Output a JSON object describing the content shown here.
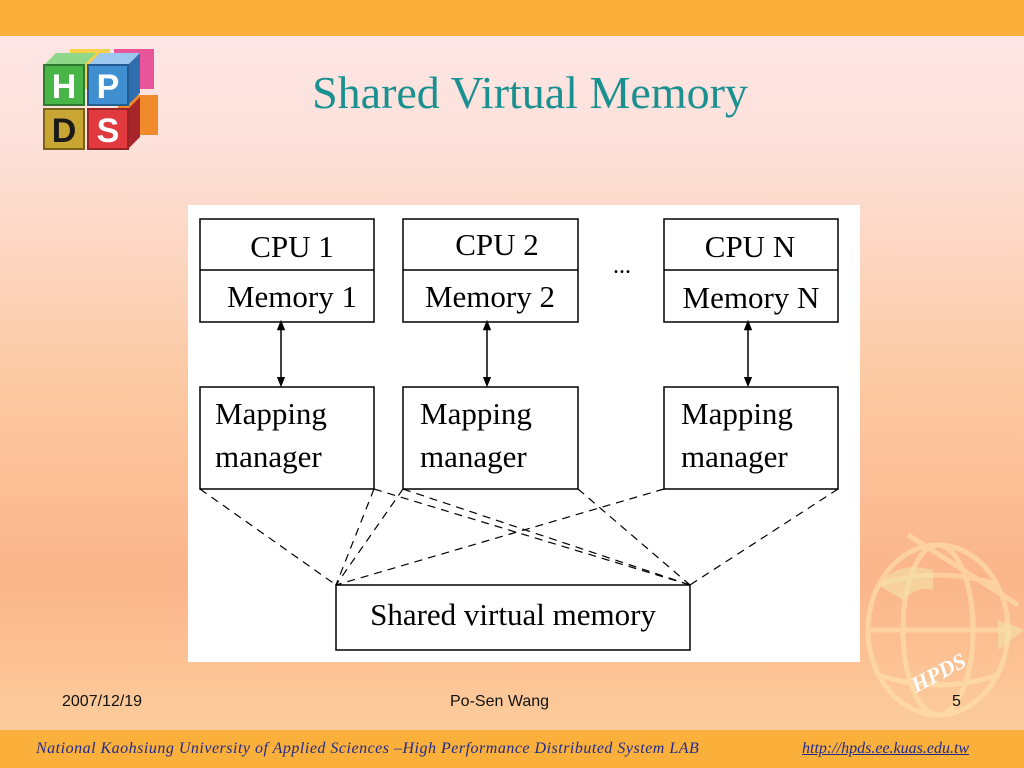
{
  "slide": {
    "title": "Shared Virtual Memory",
    "date": "2007/12/19",
    "author": "Po-Sen Wang",
    "page_number": "5"
  },
  "logo": {
    "letters": [
      "H",
      "P",
      "D",
      "S"
    ],
    "tile_colors": [
      "#49b548",
      "#3f8fd1",
      "#c9a533",
      "#e0393e"
    ]
  },
  "diagram": {
    "nodes": [
      {
        "cpu": "CPU 1",
        "memory": "Memory 1",
        "manager_line1": "Mapping",
        "manager_line2": "manager"
      },
      {
        "cpu": "CPU 2",
        "memory": "Memory 2",
        "manager_line1": "Mapping",
        "manager_line2": "manager"
      },
      {
        "cpu": "CPU N",
        "memory": "Memory N",
        "manager_line1": "Mapping",
        "manager_line2": "manager"
      }
    ],
    "ellipsis": "...",
    "shared": "Shared virtual memory"
  },
  "watermark": {
    "text": "HPDS"
  },
  "footer": {
    "org": "National Kaohsiung University of Applied Sciences –High Performance Distributed System LAB",
    "link": "http://hpds.ee.kuas.edu.tw"
  },
  "colors": {
    "title": "#1a9090",
    "bar": "#fbb03b",
    "footer_text": "#1f2b8a"
  }
}
